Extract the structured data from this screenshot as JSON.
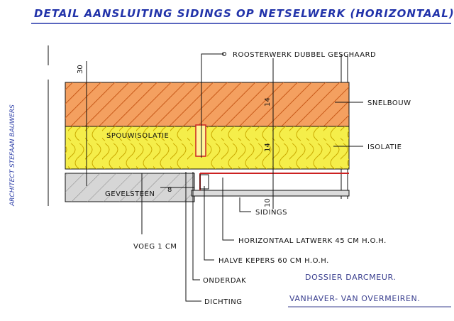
{
  "title": "DETAIL AANSLUITING SIDINGS OP NETSELWERK (HORIZONTAAL)",
  "architect": "ARCHITECT STEFAAN BAUWERS",
  "labels": {
    "roosterwerk": "ROOSTERWERK DUBBEL GESCHAARD",
    "snelbouw": "SNELBOUW",
    "isolatie": "ISOLATIE",
    "spouwisolatie": "SPOUWISOLATIE",
    "gevelsteen": "GEVELSTEEN",
    "sidings": "SIDINGS",
    "horizontaal_latwerk": "HORIZONTAAL LATWERK 45 CM H.O.H.",
    "halve_kepers": "HALVE KEPERS 60 CM H.O.H.",
    "onderdak": "ONDERDAK",
    "dichting": "DICHTING",
    "voeg": "VOEG 1 CM"
  },
  "dimensions": {
    "d30": "30",
    "d14a": "14",
    "d14b": "14",
    "d10": "10",
    "d8": "8"
  },
  "dossier": {
    "line1": "DOSSIER DARCMEUR.",
    "line2": "VANHAVER- VAN OVERMEIREN."
  },
  "colors": {
    "brick": "#e8833a",
    "insulation": "#f5ee4a",
    "stone": "#c8c8c8",
    "ink": "#111111",
    "blue": "#2233aa",
    "red": "#cc2222"
  }
}
